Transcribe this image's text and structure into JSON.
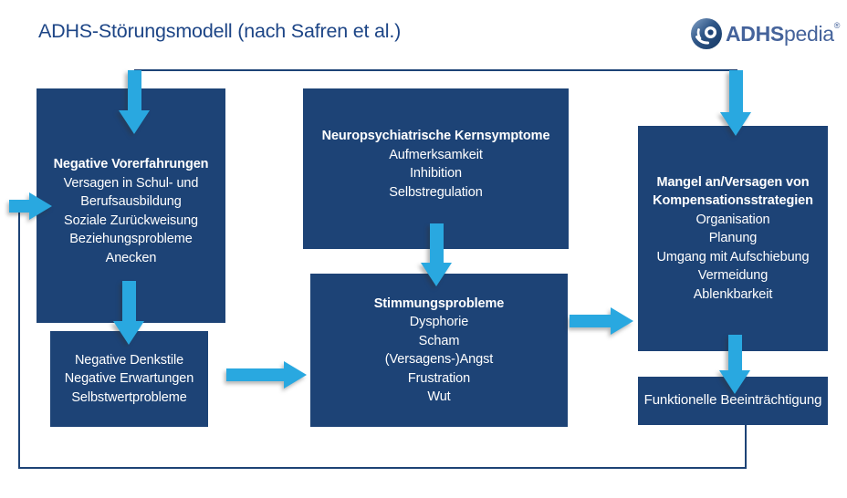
{
  "header": {
    "title": "ADHS-Störungsmodell (nach Safren et al.)",
    "logo": {
      "name_bold": "ADHS",
      "name_light": "pedia",
      "registered_mark": "®"
    }
  },
  "colors": {
    "box-navy": "#1d4376",
    "line-navy": "#1d4376",
    "arrow-blue": "#29a8e0",
    "title-blue": "#1d4586",
    "logo-blue": "#45639b",
    "box-text": "#ffffff"
  },
  "diagram": {
    "negative_vorerfahrungen": {
      "title": "Negative Vorerfahrungen",
      "lines": [
        "Versagen in Schul- und",
        "Berufsausbildung",
        "Soziale Zurückweisung",
        "Beziehungsprobleme",
        "Anecken"
      ]
    },
    "negative_denkstile": {
      "lines": [
        "Negative Denkstile",
        "Negative Erwartungen",
        "Selbstwertprobleme"
      ]
    },
    "kernsymptome": {
      "title": "Neuropsychiatrische Kernsymptome",
      "lines": [
        "Aufmerksamkeit",
        "Inhibition",
        "Selbstregulation"
      ]
    },
    "stimmungsprobleme": {
      "title": "Stimmungsprobleme",
      "lines": [
        "Dysphorie",
        "Scham",
        "(Versagens-)Angst",
        "Frustration",
        "Wut"
      ]
    },
    "kompensationsstrategien": {
      "title_lines": [
        "Mangel an/Versagen von",
        "Kompensationsstrategien"
      ],
      "lines": [
        "Organisation",
        "Planung",
        "Umgang mit Aufschiebung",
        "Vermeidung",
        "Ablenkbarkeit"
      ]
    },
    "funktionelle_beeintraechtigung": {
      "title": "Funktionelle Beeinträchtigung"
    }
  }
}
